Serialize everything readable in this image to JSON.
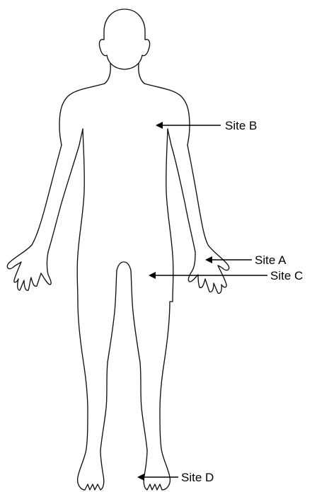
{
  "figure": {
    "labels": {
      "site_a": "Site A",
      "site_b": "Site B",
      "site_c": "Site C",
      "site_d": "Site D"
    },
    "colors": {
      "outline": "#111111",
      "text": "#000000",
      "background": "#ffffff"
    }
  }
}
